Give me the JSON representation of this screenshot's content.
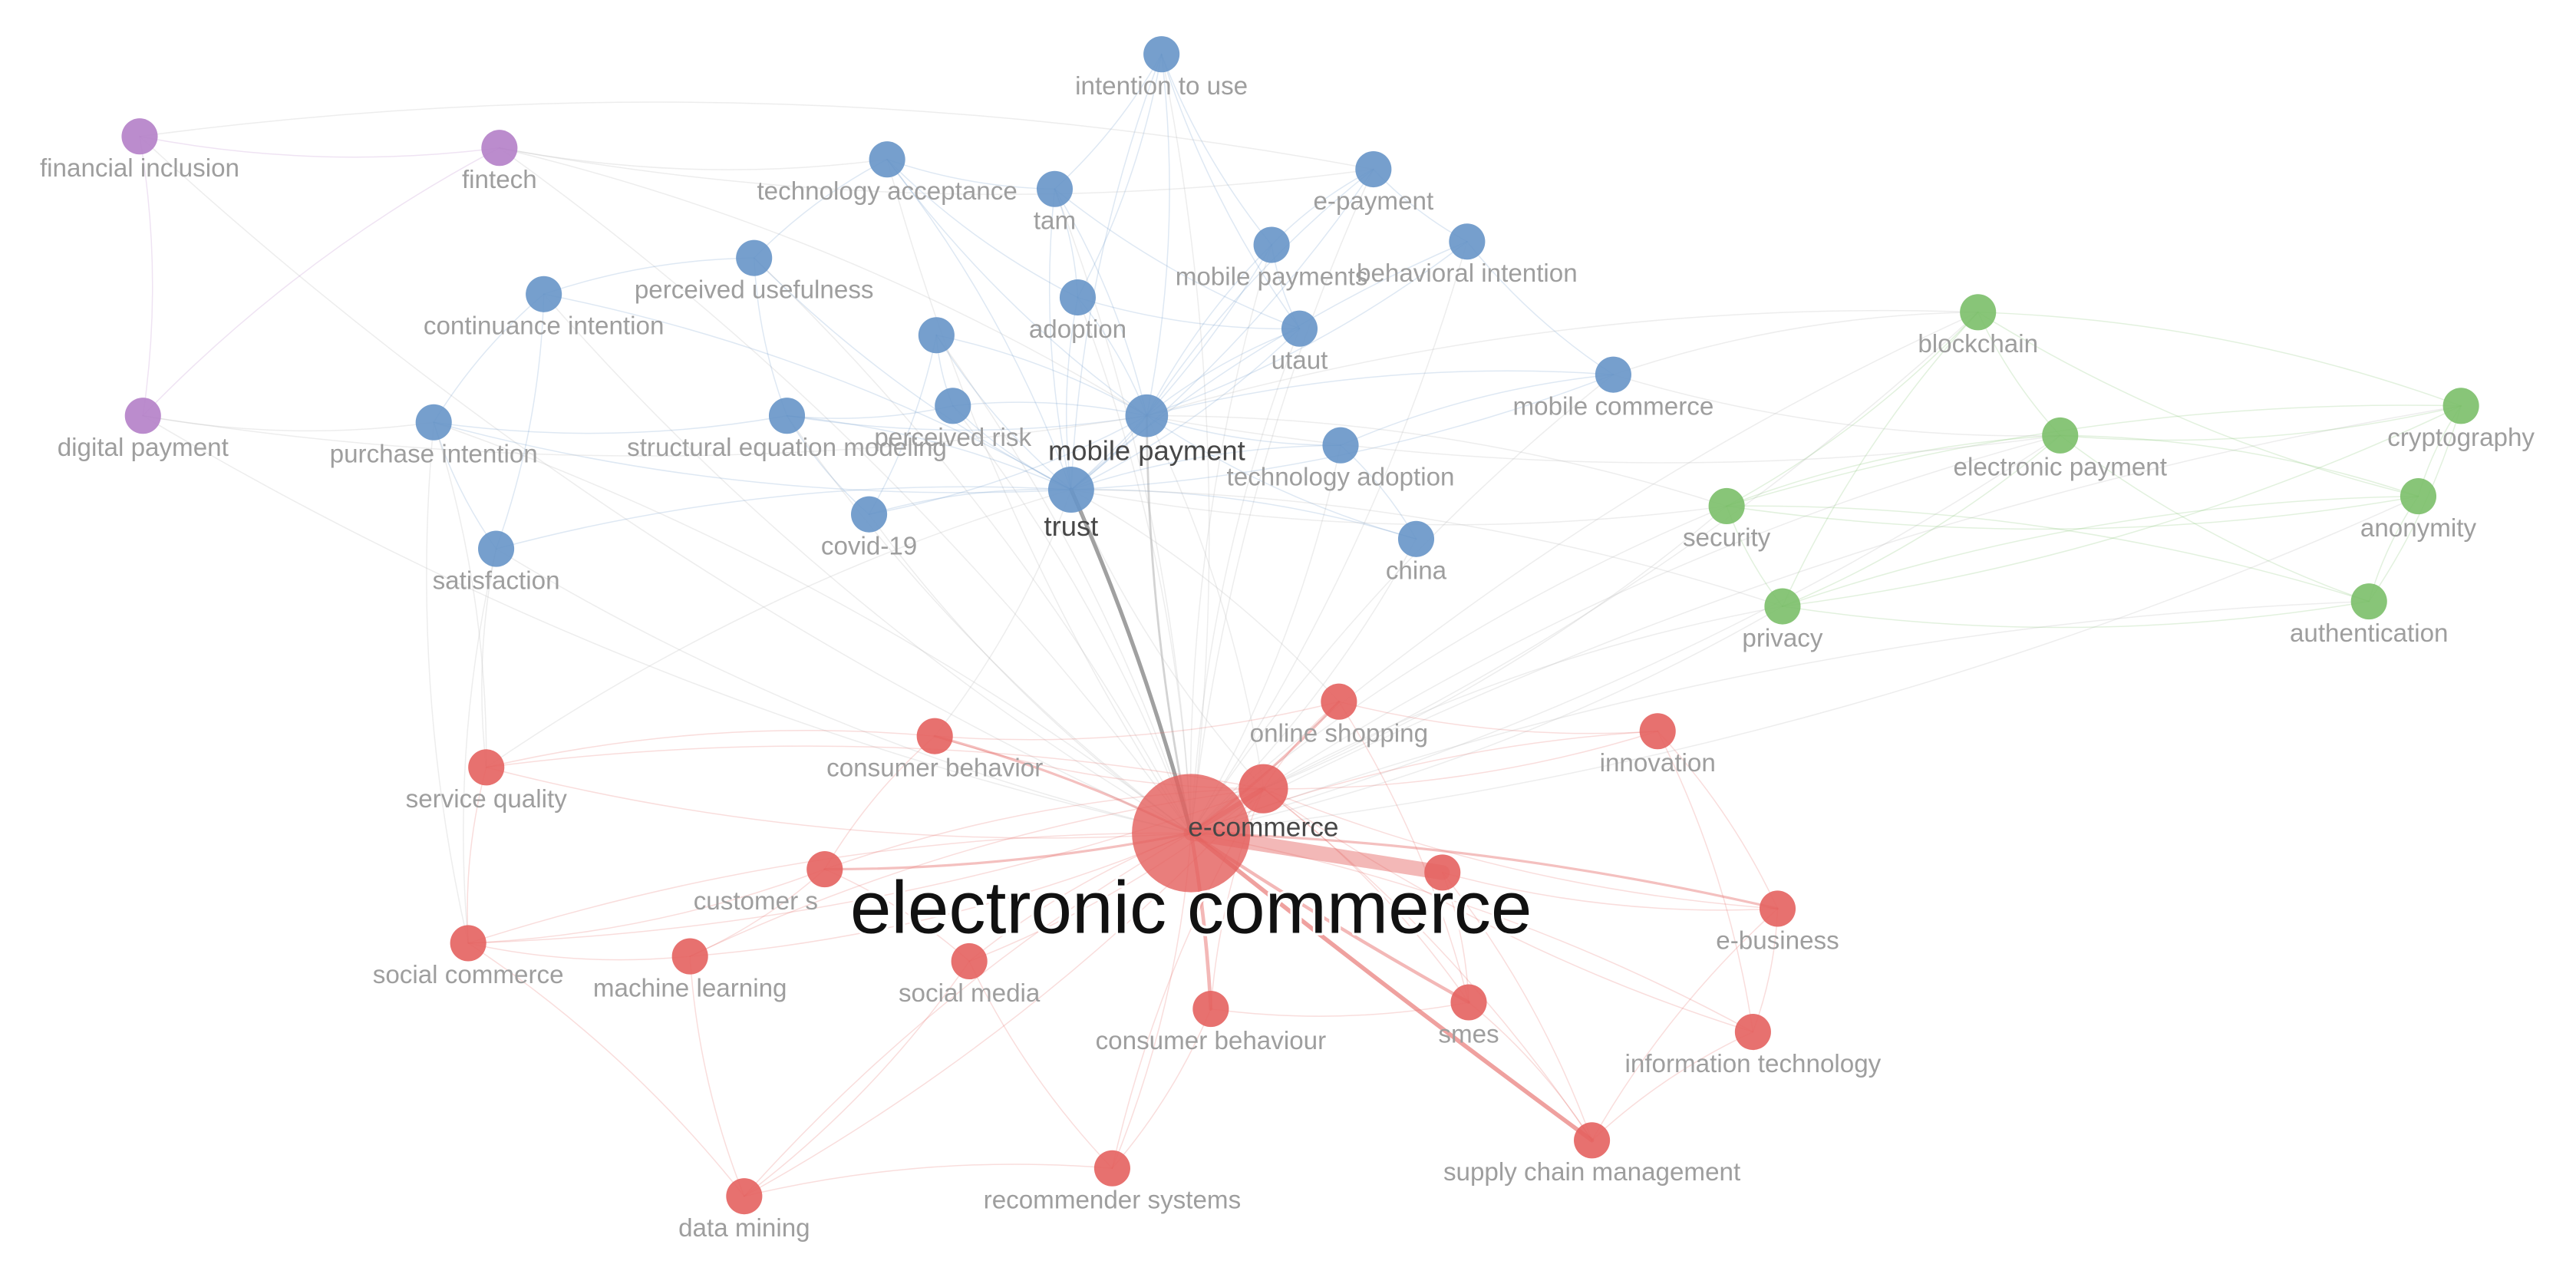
{
  "colors": {
    "purple": "#b47fc8",
    "blue": "#6795c8",
    "green": "#7bbf69",
    "red": "#e4625f",
    "label": "#9e9e9e",
    "label_strong": "#474747",
    "label_hub": "#111111",
    "background": "#ffffff"
  },
  "nodes": [
    {
      "label": "financial inclusion",
      "color": "#b47fc8"
    },
    {
      "label": "fintech",
      "color": "#b47fc8"
    },
    {
      "label": "digital payment",
      "color": "#b47fc8"
    },
    {
      "label": "intention to use",
      "color": "#6795c8"
    },
    {
      "label": "technology acceptance",
      "color": "#6795c8"
    },
    {
      "label": "tam",
      "color": "#6795c8"
    },
    {
      "label": "e-payment",
      "color": "#6795c8"
    },
    {
      "label": "behavioral intention",
      "color": "#6795c8"
    },
    {
      "label": "mobile payments",
      "color": "#6795c8"
    },
    {
      "label": "perceived usefulness",
      "color": "#6795c8"
    },
    {
      "label": "continuance intention",
      "color": "#6795c8"
    },
    {
      "label": "adoption",
      "color": "#6795c8"
    },
    {
      "label": "utaut",
      "color": "#6795c8"
    },
    {
      "label": "",
      "color": "#6795c8"
    },
    {
      "label": "mobile commerce",
      "color": "#6795c8"
    },
    {
      "label": "purchase intention",
      "color": "#6795c8"
    },
    {
      "label": "structural equation modeling",
      "color": "#6795c8"
    },
    {
      "label": "perceived risk",
      "color": "#6795c8"
    },
    {
      "label": "mobile payment",
      "color": "#6795c8"
    },
    {
      "label": "technology adoption",
      "color": "#6795c8"
    },
    {
      "label": "covid-19",
      "color": "#6795c8"
    },
    {
      "label": "trust",
      "color": "#6795c8"
    },
    {
      "label": "satisfaction",
      "color": "#6795c8"
    },
    {
      "label": "china",
      "color": "#6795c8"
    },
    {
      "label": "blockchain",
      "color": "#7bbf69"
    },
    {
      "label": "electronic payment",
      "color": "#7bbf69"
    },
    {
      "label": "security",
      "color": "#7bbf69"
    },
    {
      "label": "privacy",
      "color": "#7bbf69"
    },
    {
      "label": "cryptography",
      "color": "#7bbf69"
    },
    {
      "label": "anonymity",
      "color": "#7bbf69"
    },
    {
      "label": "authentication",
      "color": "#7bbf69"
    },
    {
      "label": "online shopping",
      "color": "#e4625f"
    },
    {
      "label": "innovation",
      "color": "#e4625f"
    },
    {
      "label": "consumer behavior",
      "color": "#e4625f"
    },
    {
      "label": "service quality",
      "color": "#e4625f"
    },
    {
      "label": "e-commerce",
      "color": "#e4625f"
    },
    {
      "label": "customer s",
      "color": "#e4625f"
    },
    {
      "label": "",
      "color": "#e4625f"
    },
    {
      "label": "e-business",
      "color": "#e4625f"
    },
    {
      "label": "social commerce",
      "color": "#e4625f"
    },
    {
      "label": "machine learning",
      "color": "#e4625f"
    },
    {
      "label": "social media",
      "color": "#e4625f"
    },
    {
      "label": "consumer behaviour",
      "color": "#e4625f"
    },
    {
      "label": "smes",
      "color": "#e4625f"
    },
    {
      "label": "information technology",
      "color": "#e4625f"
    },
    {
      "label": "supply chain management",
      "color": "#e4625f"
    },
    {
      "label": "recommender systems",
      "color": "#e4625f"
    },
    {
      "label": "data mining",
      "color": "#e4625f"
    },
    {
      "label": "electronic commerce",
      "color": "#e4625f"
    }
  ],
  "links": [
    [
      48,
      0
    ],
    [
      48,
      1
    ],
    [
      48,
      2
    ],
    [
      48,
      3
    ],
    [
      48,
      4
    ],
    [
      48,
      5
    ],
    [
      48,
      6
    ],
    [
      48,
      7
    ],
    [
      48,
      8
    ],
    [
      48,
      9
    ],
    [
      48,
      10
    ],
    [
      48,
      11
    ],
    [
      48,
      12
    ],
    [
      48,
      13
    ],
    [
      48,
      14
    ],
    [
      48,
      15
    ],
    [
      48,
      16
    ],
    [
      48,
      17
    ],
    [
      48,
      18
    ],
    [
      48,
      19
    ],
    [
      48,
      20
    ],
    [
      48,
      21
    ],
    [
      48,
      22
    ],
    [
      48,
      23
    ],
    [
      48,
      24
    ],
    [
      48,
      25
    ],
    [
      48,
      26
    ],
    [
      48,
      27
    ],
    [
      48,
      28
    ],
    [
      48,
      29
    ],
    [
      48,
      30
    ],
    [
      48,
      31
    ],
    [
      48,
      32
    ],
    [
      48,
      33
    ],
    [
      48,
      34
    ],
    [
      48,
      35
    ],
    [
      48,
      36
    ],
    [
      48,
      37
    ],
    [
      48,
      38
    ],
    [
      48,
      39
    ],
    [
      48,
      40
    ],
    [
      48,
      41
    ],
    [
      48,
      42
    ],
    [
      48,
      43
    ],
    [
      48,
      44
    ],
    [
      48,
      45
    ],
    [
      48,
      46
    ],
    [
      48,
      47
    ],
    [
      35,
      31
    ],
    [
      35,
      32
    ],
    [
      35,
      33
    ],
    [
      35,
      34
    ],
    [
      35,
      36
    ],
    [
      35,
      38
    ],
    [
      35,
      39
    ],
    [
      35,
      40
    ],
    [
      35,
      41
    ],
    [
      35,
      42
    ],
    [
      35,
      43
    ],
    [
      35,
      44
    ],
    [
      35,
      45
    ],
    [
      35,
      46
    ],
    [
      35,
      47
    ],
    [
      35,
      21
    ],
    [
      35,
      18
    ],
    [
      35,
      26
    ],
    [
      35,
      27
    ],
    [
      35,
      25
    ],
    [
      35,
      24
    ],
    [
      21,
      3
    ],
    [
      21,
      4
    ],
    [
      21,
      5
    ],
    [
      21,
      6
    ],
    [
      21,
      7
    ],
    [
      21,
      8
    ],
    [
      21,
      9
    ],
    [
      21,
      10
    ],
    [
      21,
      11
    ],
    [
      21,
      12
    ],
    [
      21,
      13
    ],
    [
      21,
      14
    ],
    [
      21,
      15
    ],
    [
      21,
      16
    ],
    [
      21,
      17
    ],
    [
      21,
      18
    ],
    [
      21,
      19
    ],
    [
      21,
      20
    ],
    [
      21,
      22
    ],
    [
      21,
      23
    ],
    [
      21,
      26
    ],
    [
      21,
      27
    ],
    [
      21,
      33
    ],
    [
      21,
      31
    ],
    [
      21,
      34
    ],
    [
      18,
      3
    ],
    [
      18,
      4
    ],
    [
      18,
      5
    ],
    [
      18,
      6
    ],
    [
      18,
      7
    ],
    [
      18,
      8
    ],
    [
      18,
      11
    ],
    [
      18,
      12
    ],
    [
      18,
      13
    ],
    [
      18,
      14
    ],
    [
      18,
      16
    ],
    [
      18,
      17
    ],
    [
      18,
      19
    ],
    [
      18,
      20
    ],
    [
      18,
      23
    ],
    [
      18,
      1
    ],
    [
      18,
      2
    ],
    [
      18,
      26
    ],
    [
      18,
      24
    ],
    [
      4,
      5
    ],
    [
      4,
      9
    ],
    [
      4,
      11
    ],
    [
      5,
      11
    ],
    [
      5,
      12
    ],
    [
      9,
      10
    ],
    [
      9,
      16
    ],
    [
      10,
      22
    ],
    [
      15,
      16
    ],
    [
      15,
      22
    ],
    [
      16,
      17
    ],
    [
      17,
      13
    ],
    [
      11,
      12
    ],
    [
      12,
      8
    ],
    [
      8,
      6
    ],
    [
      6,
      7
    ],
    [
      7,
      14
    ],
    [
      14,
      19
    ],
    [
      19,
      23
    ],
    [
      20,
      16
    ],
    [
      20,
      13
    ],
    [
      3,
      5
    ],
    [
      3,
      11
    ],
    [
      3,
      12
    ],
    [
      3,
      8
    ],
    [
      10,
      15
    ],
    [
      1,
      4
    ],
    [
      1,
      6
    ],
    [
      0,
      1
    ],
    [
      0,
      2
    ],
    [
      1,
      2
    ],
    [
      2,
      15
    ],
    [
      0,
      6
    ],
    [
      24,
      25
    ],
    [
      24,
      26
    ],
    [
      24,
      27
    ],
    [
      25,
      26
    ],
    [
      25,
      27
    ],
    [
      25,
      28
    ],
    [
      25,
      29
    ],
    [
      25,
      30
    ],
    [
      26,
      27
    ],
    [
      26,
      28
    ],
    [
      26,
      29
    ],
    [
      26,
      30
    ],
    [
      27,
      28
    ],
    [
      27,
      29
    ],
    [
      27,
      30
    ],
    [
      28,
      29
    ],
    [
      28,
      30
    ],
    [
      29,
      30
    ],
    [
      24,
      28
    ],
    [
      24,
      29
    ],
    [
      14,
      24
    ],
    [
      14,
      25
    ],
    [
      18,
      25
    ],
    [
      31,
      33
    ],
    [
      31,
      32
    ],
    [
      31,
      43
    ],
    [
      33,
      36
    ],
    [
      33,
      34
    ],
    [
      34,
      39
    ],
    [
      34,
      22
    ],
    [
      39,
      40
    ],
    [
      39,
      36
    ],
    [
      40,
      47
    ],
    [
      41,
      47
    ],
    [
      41,
      46
    ],
    [
      41,
      36
    ],
    [
      42,
      46
    ],
    [
      43,
      45
    ],
    [
      44,
      45
    ],
    [
      38,
      44
    ],
    [
      38,
      45
    ],
    [
      32,
      38
    ],
    [
      32,
      44
    ],
    [
      36,
      40
    ],
    [
      39,
      47
    ],
    [
      46,
      47
    ],
    [
      42,
      43
    ],
    [
      37,
      38
    ],
    [
      37,
      45
    ],
    [
      37,
      43
    ],
    [
      34,
      15
    ],
    [
      39,
      15
    ],
    [
      22,
      39
    ]
  ]
}
